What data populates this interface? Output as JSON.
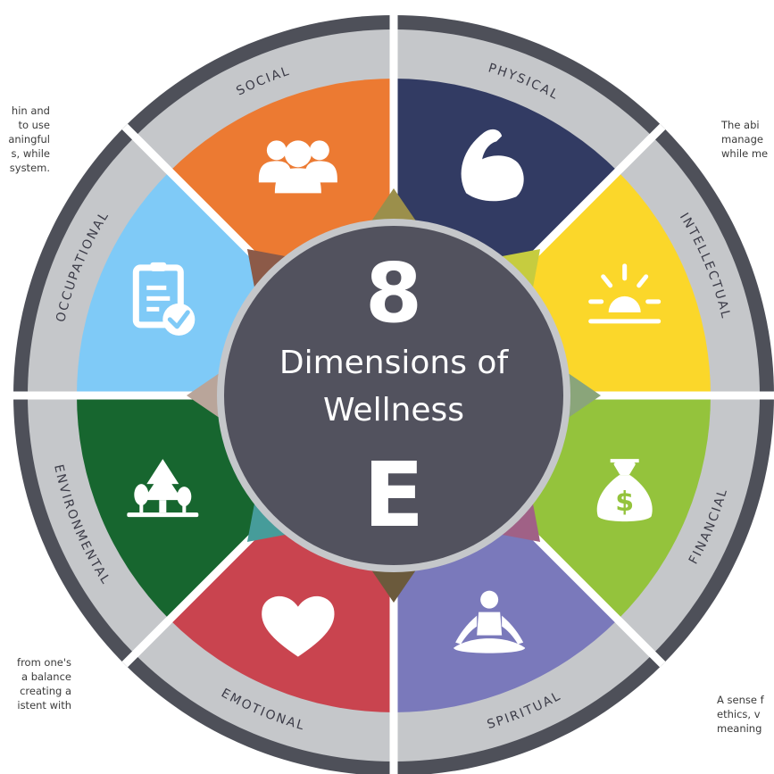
{
  "title": {
    "number": "8",
    "line1": "Dimensions of",
    "line2": "Wellness",
    "logo_letter": "E"
  },
  "dimensions": [
    {
      "name": "PHYSICAL",
      "color": "#323b63",
      "icon": "flexed-arm-icon"
    },
    {
      "name": "INTELLECTUAL",
      "color": "#fbd72a",
      "icon": "sunrise-icon"
    },
    {
      "name": "FINANCIAL",
      "color": "#94c33c",
      "icon": "money-bag-icon"
    },
    {
      "name": "SPIRITUAL",
      "color": "#7a79bb",
      "icon": "meditation-icon"
    },
    {
      "name": "EMOTIONAL",
      "color": "#c9444f",
      "icon": "heart-icon"
    },
    {
      "name": "ENVIRONMENTAL",
      "color": "#17662f",
      "icon": "trees-icon"
    },
    {
      "name": "OCCUPATIONAL",
      "color": "#7fcaf7",
      "icon": "clipboard-check-icon"
    },
    {
      "name": "SOCIAL",
      "color": "#ec7a32",
      "icon": "group-icon"
    }
  ],
  "triangles": [
    "#9b8f4b",
    "#c6cc3f",
    "#8aa57a",
    "#a06186",
    "#6b5a3c",
    "#469c9a",
    "#b9a59a",
    "#8c5a48"
  ],
  "side_texts": {
    "top_left": [
      "hin and",
      "to use",
      "aningful",
      "s, while",
      "system."
    ],
    "top_right": [
      "The abi",
      "manage",
      "while me"
    ],
    "bottom_left": [
      "from one's",
      "a balance",
      "creating a",
      "istent with"
    ],
    "bottom_right": [
      "A sense f",
      "ethics, v",
      "meaning"
    ]
  },
  "colors": {
    "ring": "#c5c7ca",
    "rim": "#4e5059",
    "center": "#52525e",
    "center_border": "#c5c7ca"
  }
}
